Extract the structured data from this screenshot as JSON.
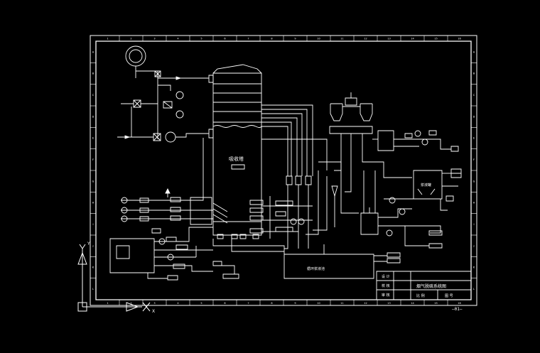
{
  "drawing": {
    "colors": {
      "background": "#000000",
      "line": "#ffffff"
    },
    "column_marks": [
      "1",
      "2",
      "3",
      "4",
      "5",
      "6",
      "7",
      "8",
      "9",
      "10",
      "11",
      "12",
      "13",
      "14",
      "15",
      "16"
    ],
    "row_marks": [
      "A",
      "B",
      "C",
      "D",
      "E",
      "F",
      "G",
      "H",
      "I",
      "J",
      "K",
      "L"
    ],
    "column_marks_bottom": [
      "1",
      "2",
      "3",
      "4",
      "5",
      "6",
      "7",
      "8",
      "9",
      "10",
      "11",
      "12",
      "13",
      "14",
      "15",
      "16"
    ],
    "absorber": {
      "label": "吸收塔"
    },
    "bottom_tank": {
      "label": "循环浆液池"
    },
    "sub_tank": {
      "label": "浆液罐"
    },
    "title_block": {
      "row_labels": [
        "设 计",
        "校 核",
        "审 核"
      ],
      "title": "烟气脱硫系统图",
      "scale_label": "比 例",
      "sheet_label": "图 号",
      "sheet_number": "—01—"
    },
    "ucs": {
      "y_label": "Y",
      "x_label": "X"
    }
  }
}
